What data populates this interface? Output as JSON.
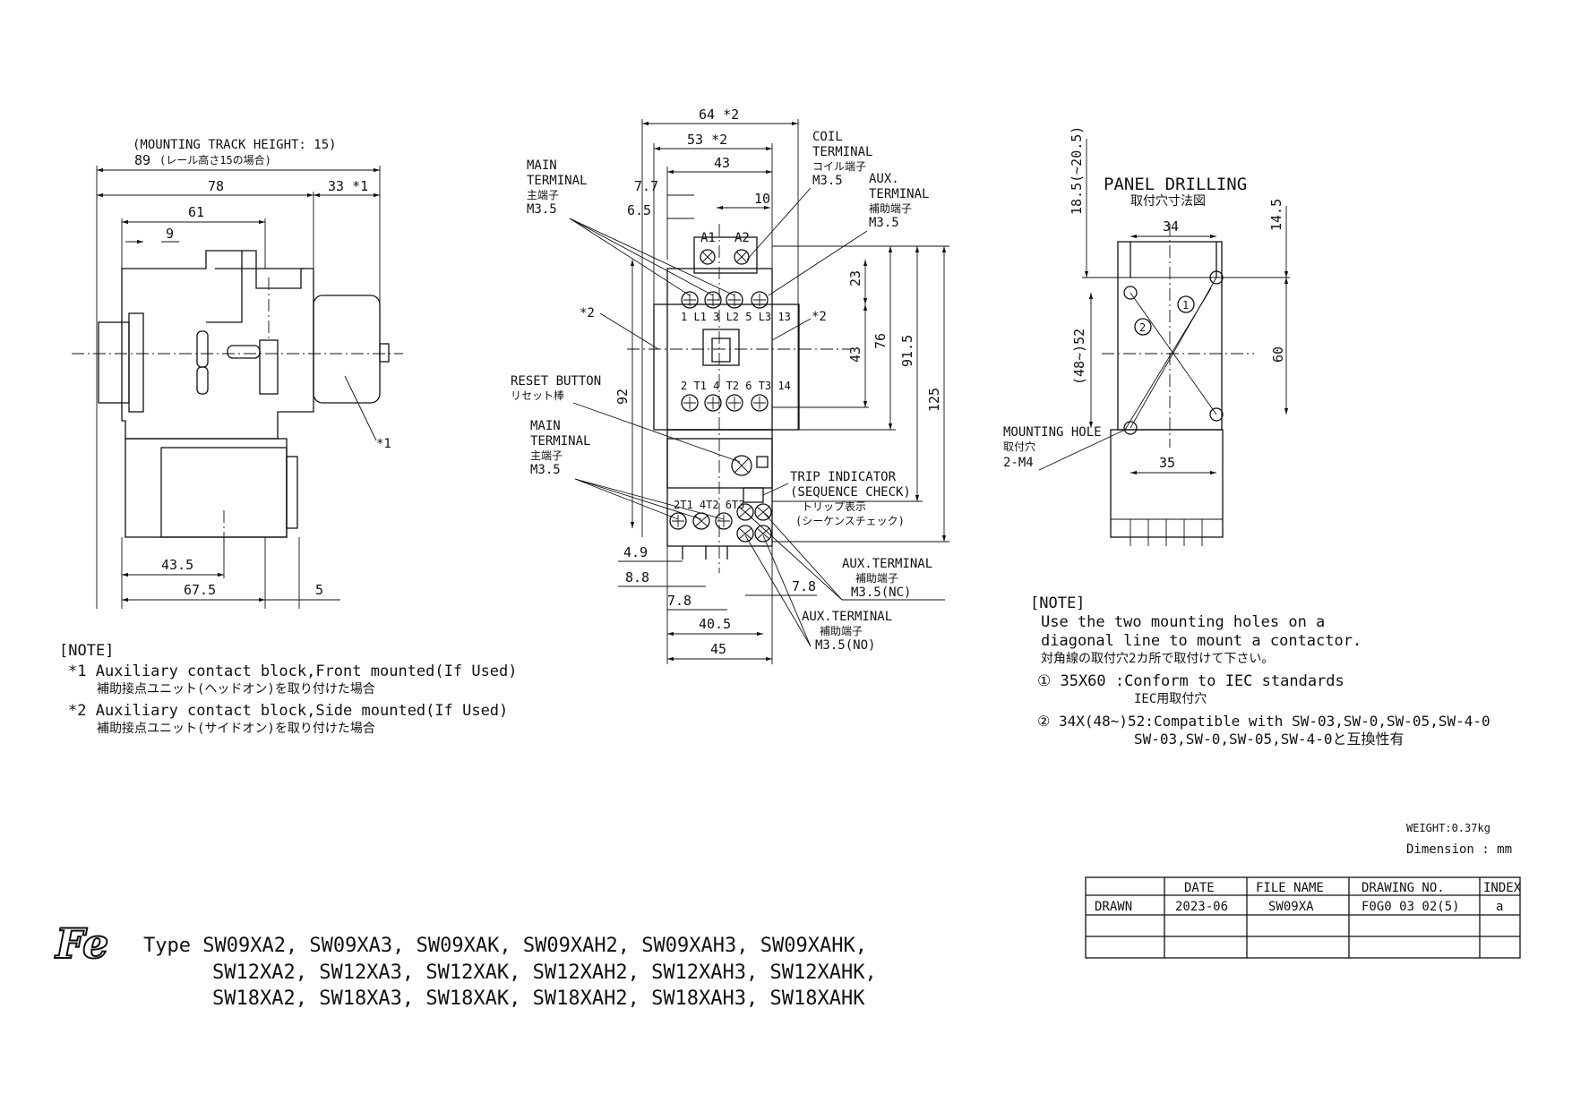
{
  "side_view": {
    "mounting_track": "(MOUNTING TRACK HEIGHT: 15)",
    "dim_89": "89",
    "dim_89_jp": "(レール高さ15の場合)",
    "dim_78": "78",
    "dim_33": "33 *1",
    "dim_61": "61",
    "dim_9": "9",
    "dim_43_5": "43.5",
    "dim_67_5": "67.5",
    "dim_5": "5",
    "ref_1": "*1"
  },
  "front_view": {
    "dim_64": "64 *2",
    "dim_53": "53 *2",
    "dim_43": "43",
    "dim_7_7": "7.7",
    "dim_6_5": "6.5",
    "dim_10": "10",
    "main_terminal": "MAIN",
    "main_terminal2": "TERMINAL",
    "main_terminal_jp": "主端子",
    "main_m35": "M3.5",
    "coil_terminal": "COIL",
    "coil_terminal2": "TERMINAL",
    "coil_terminal_jp": "コイル端子",
    "coil_m35": "M3.5",
    "aux_terminal": "AUX.",
    "aux_terminal2": "TERMINAL",
    "aux_terminal_jp": "補助端子",
    "aux_m35": "M3.5",
    "star2_left": "*2",
    "star2_right": "*2",
    "dim_23": "23",
    "dim_43v": "43",
    "dim_76": "76",
    "dim_91_5": "91.5",
    "dim_125": "125",
    "dim_92": "92",
    "reset_button": "RESET BUTTON",
    "reset_button_jp": "リセット棒",
    "main_terminal_b": "MAIN",
    "main_terminal_b2": "TERMINAL",
    "main_terminal_b_jp": "主端子",
    "main_b_m35": "M3.5",
    "trip_indicator": "TRIP INDICATOR",
    "sequence_check": "(SEQUENCE CHECK)",
    "trip_jp": "トリップ表示",
    "trip_jp2": "(シーケンスチェック)",
    "aux_nc": "AUX.TERMINAL",
    "aux_nc_jp": "補助端子",
    "aux_nc_m35": "M3.5(NC)",
    "aux_no": "AUX.TERMINAL",
    "aux_no_jp": "補助端子",
    "aux_no_m35": "M3.5(NO)",
    "dim_4_9": "4.9",
    "dim_8_8": "8.8",
    "dim_7_8a": "7.8",
    "dim_7_8b": "7.8",
    "dim_40_5": "40.5",
    "dim_45": "45",
    "a1": "A1",
    "a2": "A2",
    "top_terms": "1 L1  3 L2  5 L3  13",
    "bot_terms": "2 T1  4 T2  6 T3  14",
    "ol_terms": "2T1 4T2 6T3"
  },
  "panel": {
    "title": "PANEL DRILLING",
    "title_jp": "取付穴寸法図",
    "dim_18_5": "18.5(~20.5)",
    "dim_14_5": "14.5",
    "dim_34": "34",
    "dim_48_52": "(48~)52",
    "dim_60": "60",
    "dim_35": "35",
    "mounting_hole": "MOUNTING HOLE",
    "mounting_hole_jp": "取付穴",
    "mounting_hole_m4": "2-M4",
    "circle_1": "1",
    "circle_2": "2"
  },
  "note_left": {
    "heading": "[NOTE]",
    "line1": "*1  Auxiliary contact block,Front mounted(If Used)",
    "line1_jp": "補助接点ユニット(ヘッドオン)を取り付けた場合",
    "line2": "*2  Auxiliary contact block,Side mounted(If Used)",
    "line2_jp": "補助接点ユニット(サイドオン)を取り付けた場合"
  },
  "note_right": {
    "heading": "[NOTE]",
    "line1": "Use the two mounting holes on a",
    "line2": "diagonal line to mount a contactor.",
    "line2_jp": "対角線の取付穴2カ所で取付けて下さい。",
    "item1": "① 35X60   :Conform to IEC standards",
    "item1_jp": "IEC用取付穴",
    "item2": "② 34X(48~)52:Compatible with SW-03,SW-0,SW-05,SW-4-0",
    "item2_jp": "SW-03,SW-0,SW-05,SW-4-0と互換性有"
  },
  "meta": {
    "weight": "WEIGHT:0.37kg",
    "dimension": "Dimension : mm"
  },
  "title_block": {
    "headers": [
      "",
      "DATE",
      "FILE NAME",
      "DRAWING NO.",
      "INDEX"
    ],
    "row": [
      "DRAWN",
      "2023-06",
      "SW09XA",
      "F0G0 03 02(5)",
      "a"
    ]
  },
  "logo": "Fe",
  "type_lines": [
    "Type SW09XA2, SW09XA3, SW09XAK, SW09XAH2, SW09XAH3, SW09XAHK,",
    "SW12XA2, SW12XA3, SW12XAK, SW12XAH2, SW12XAH3, SW12XAHK,",
    "SW18XA2, SW18XA3, SW18XAK, SW18XAH2, SW18XAH3, SW18XAHK"
  ]
}
